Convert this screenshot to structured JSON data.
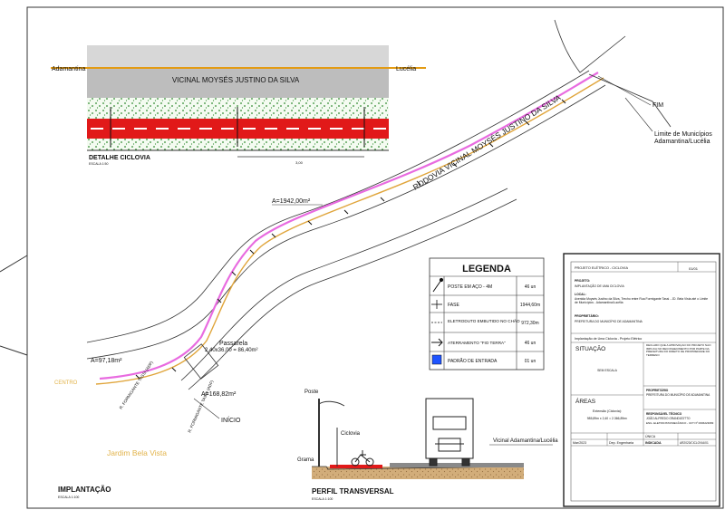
{
  "detalhe": {
    "left_city": "Adamantina",
    "right_city": "Lucélia",
    "road_name": "VICINAL MOYSÉS JUSTINO DA SILVA",
    "title": "DETALHE CICLOVIA",
    "scale": "ESCALA 1:50",
    "dim": "3,00"
  },
  "plan": {
    "road_label": "RODOVIA VICINAL MOYSÉS JUSTINO DA SILVA",
    "fim": "FIM",
    "limite_1": "Limite de Municípios",
    "limite_2": "Adamantina/Lucélia",
    "area_1": "A=1942,00m²",
    "area_2": "A=97,18m²",
    "area_3": "A=168,82m²",
    "passarela": "Passarela",
    "passarela_dim": "2,40x36,00 = 86,40m²",
    "rua_1": "R. FORMIGANTE TASSI (ADF)",
    "rua_2": "R. FORMIGANTE TASSI (ADF)",
    "inicio": "INÍCIO",
    "centro": "CENTRO",
    "bairro": "Jardim Bela Vista",
    "title": "IMPLANTAÇÃO",
    "scale": "ESCALA 1:100"
  },
  "legend": {
    "title": "LEGENDA",
    "rows": [
      {
        "label": "POSTE EM AÇO - 4M",
        "qty": "46 un"
      },
      {
        "label": "FASE",
        "qty": "1944,60m"
      },
      {
        "label": "ELETRODUTO EMBUTIDO NO CHÃO",
        "qty": "972,30m"
      },
      {
        "label": "ATERRAMENTO \"FIO TERRA\"",
        "qty": "46 un"
      },
      {
        "label": "PADRÃO DE ENTRADA",
        "qty": "01 un"
      }
    ],
    "pad_color": "#1e54ff"
  },
  "perfil": {
    "poste": "Poste",
    "ciclovia": "Ciclovia",
    "grama": "Grama",
    "vicinal": "Vicinal Adamantina/Lucélia",
    "title": "PERFIL TRANSVERSAL",
    "scale": "ESCALA 1:100"
  },
  "titleblock": {
    "project": "PROJETO ELÉTRICO - CICLOVIA",
    "sheet": "01/01",
    "objeto_label": "PROJETO:",
    "objeto": "IMPLANTAÇÃO DE UMA CICLOVIA",
    "local_label": "LOCAL:",
    "local": "Avenida Moysés Justino da Silva, Trecho entre Rua Formigante Tassi - JD. Bela Vista até o Limite de Municípios - Adamantina/Lucélia",
    "prop_label": "PROPRIETÁRIO:",
    "prop": "PREFEITURA DO MUNICÍPIO DE ADAMANTINA",
    "sub": "Implantação de Uma Ciclovia - Projeto Elétrico",
    "situacao": "SITUAÇÃO",
    "sem_escala": "SEM ESCALA",
    "areas": "ÁREAS",
    "area_item": "Extensão (Ciclovia):",
    "area_val": "985,89m x 2,40 = 2.366,89m²",
    "decl": "DECLARO QUE A APROVAÇÃO DO PROJETO NÃO IMPLICA NO RECONHECIMENTO POR PARTE DA PREFEITURA DO DIREITO DE PROPRIEDADE DO TERRENO",
    "prop2_label": "PROPRIETÁRIO",
    "prop2": "PREFEITURA DO MUNICÍPIO DE ADAMANTINA",
    "resp_label": "RESPONSÁVEL TÉCNICO",
    "resp": "JOÃO ALFREDO GRANDIZOTTO",
    "resp_reg": "ENG. ELETRICISTA/MECÂNICO - CFT Nº 0606223083",
    "date": "Mar/2023",
    "author": "Dep. Engenharia",
    "revisao": "ÚNICA",
    "escala": "INDICADA",
    "codigo": "AR2023/CICLOVIA/01"
  }
}
